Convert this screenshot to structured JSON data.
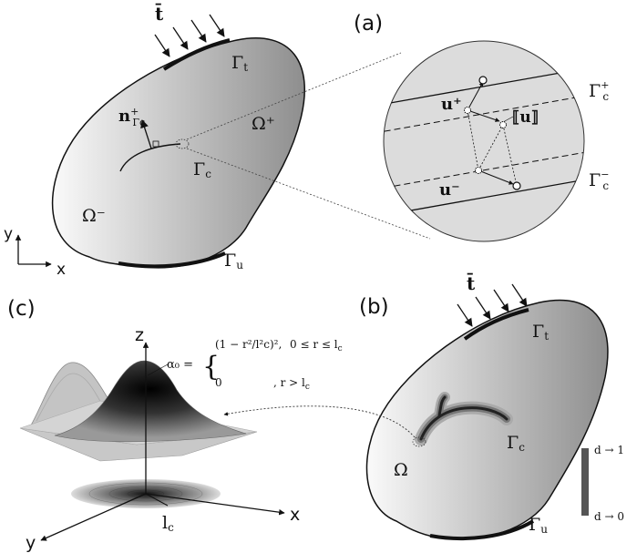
{
  "panels": {
    "a": {
      "label": "(a)",
      "traction_symbol": "t̄",
      "gamma_t": "Γ",
      "gamma_t_sub": "t",
      "gamma_u": "Γ",
      "gamma_u_sub": "u",
      "gamma_c": "Γ",
      "gamma_c_sub": "c",
      "omega_plus": "Ω⁺",
      "omega_minus": "Ω⁻",
      "normal": "n",
      "normal_sup": "+",
      "normal_sub": "Γc",
      "axis_x": "x",
      "axis_y": "y"
    },
    "zoom": {
      "u_plus": "u⁺",
      "u_minus": "u⁻",
      "jump": "⟦u⟧",
      "gamma_c_plus": "Γ",
      "gamma_c_plus_sub": "c",
      "gamma_c_plus_sup": "+",
      "gamma_c_minus": "Γ",
      "gamma_c_minus_sub": "c",
      "gamma_c_minus_sup": "−"
    },
    "b": {
      "label": "(b)",
      "traction_symbol": "t̄",
      "gamma_t": "Γ",
      "gamma_t_sub": "t",
      "gamma_c": "Γ",
      "gamma_c_sub": "c",
      "gamma_u": "Γ",
      "gamma_u_sub": "u",
      "omega": "Ω",
      "d_top": "d → 1",
      "d_bottom": "d → 0"
    },
    "c": {
      "label": "(c)",
      "axis_z": "z",
      "axis_x": "x",
      "axis_y": "y",
      "lc": "l",
      "lc_sub": "c",
      "alpha": "α₀ =",
      "case1_expr": "(1 − r²/l²c)²,",
      "case1_cond": "0 ≤ r ≤ l",
      "case1_cond_sub": "c",
      "case2_expr": "0",
      "case2_cond": ",   r > l",
      "case2_cond_sub": "c"
    }
  }
}
